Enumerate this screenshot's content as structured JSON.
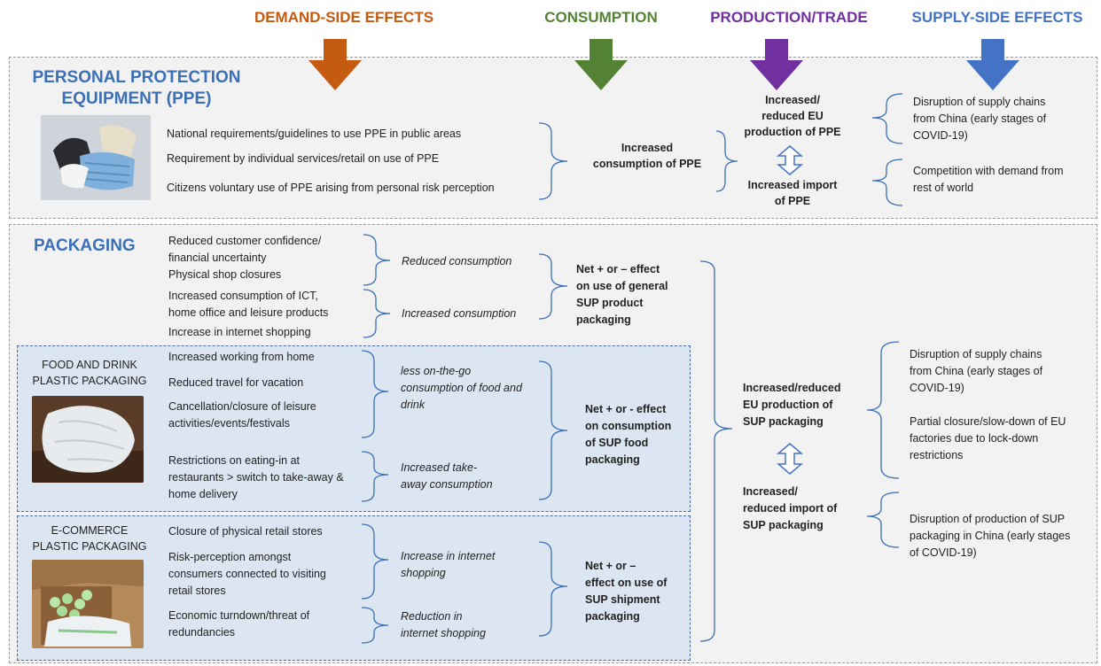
{
  "headers": {
    "demand": {
      "label": "DEMAND-SIDE EFFECTS",
      "color": "#c55a11"
    },
    "consumption": {
      "label": "CONSUMPTION",
      "color": "#548235"
    },
    "production": {
      "label": "PRODUCTION/TRADE",
      "color": "#7030a0"
    },
    "supply": {
      "label": "SUPPLY-SIDE EFFECTS",
      "color": "#4472c4"
    }
  },
  "ppe": {
    "title_line1": "PERSONAL PROTECTION",
    "title_line2": "EQUIPMENT (PPE)",
    "drivers": [
      "National requirements/guidelines to use PPE in public areas",
      "Requirement by individual services/retail on use of PPE",
      "Citizens voluntary use of PPE arising from personal risk perception"
    ],
    "consumption_line1": "Increased",
    "consumption_line2": "consumption of PPE",
    "production_line1": "Increased/",
    "production_line2": "reduced EU",
    "production_line3": "production of PPE",
    "import_line1": "Increased import",
    "import_line2": "of PPE",
    "supply1_line1": "Disruption of supply chains",
    "supply1_line2": "from China (early stages of",
    "supply1_line3": "COVID-19)",
    "supply2_line1": "Competition with demand from",
    "supply2_line2": "rest of world"
  },
  "packaging": {
    "title": "PACKAGING",
    "general": {
      "d1_line1": "Reduced customer confidence/",
      "d1_line2": "financial uncertainty",
      "d1_line3": "Physical shop closures",
      "d2_line1": "Increased consumption of ICT,",
      "d2_line2": "home office and leisure products",
      "d2_line3": "Increase in internet shopping",
      "effect1": "Reduced consumption",
      "effect2": "Increased consumption",
      "net_line1": "Net + or – effect",
      "net_line2": "on use of general",
      "net_line3": "SUP product",
      "net_line4": "packaging"
    },
    "food": {
      "title_line1": "FOOD AND DRINK",
      "title_line2": "PLASTIC  PACKAGING",
      "d1": "Increased working from home",
      "d2": "Reduced travel for vacation",
      "d3_line1": "Cancellation/closure of leisure",
      "d3_line2": "activities/events/festivals",
      "d4_line1": "Restrictions on eating-in at",
      "d4_line2": "restaurants > switch to take-away &",
      "d4_line3": "home delivery",
      "effect1_line1": "less on-the-go",
      "effect1_line2": "consumption of food and",
      "effect1_line3": "drink",
      "effect2_line1": "Increased take-",
      "effect2_line2": "away consumption",
      "net_line1": "Net + or - effect",
      "net_line2": "on consumption",
      "net_line3": "of SUP food",
      "net_line4": "packaging"
    },
    "ecommerce": {
      "title_line1": "E-COMMERCE",
      "title_line2": "PLASTIC PACKAGING",
      "d1": "Closure of physical retail stores",
      "d2_line1": "Risk-perception amongst",
      "d2_line2": "consumers connected to visiting",
      "d2_line3": "retail stores",
      "d3_line1": "Economic turndown/threat of",
      "d3_line2": "redundancies",
      "effect1_line1": "Increase in internet",
      "effect1_line2": "shopping",
      "effect2_line1": "Reduction in",
      "effect2_line2": "internet shopping",
      "net_line1": "Net + or –",
      "net_line2": "effect on use of",
      "net_line3": "SUP shipment",
      "net_line4": "packaging"
    },
    "production_line1": "Increased/reduced",
    "production_line2": "EU production of",
    "production_line3": "SUP packaging",
    "import_line1": "Increased/",
    "import_line2": "reduced import of",
    "import_line3": "SUP packaging",
    "supply1_line1": "Disruption of supply chains",
    "supply1_line2": "from China (early stages of",
    "supply1_line3": "COVID-19)",
    "supply2_line1": "Partial closure/slow-down of EU",
    "supply2_line2": "factories due to lock-down",
    "supply2_line3": "restrictions",
    "supply3_line1": "Disruption of production of SUP",
    "supply3_line2": "packaging in China (early stages",
    "supply3_line3": "of COVID-19)"
  }
}
